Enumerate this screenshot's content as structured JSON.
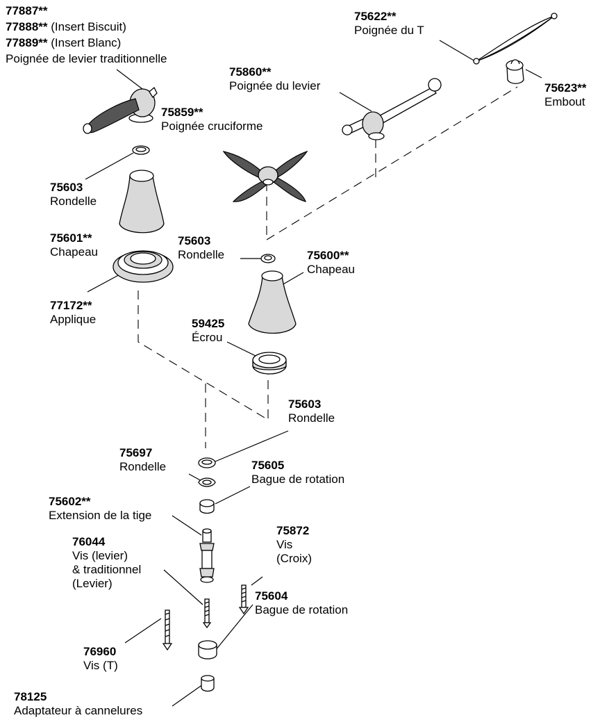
{
  "callouts": {
    "c77887": {
      "pn": "77887**"
    },
    "c77888": {
      "pn": "77888**",
      "desc": "(Insert Biscuit)"
    },
    "c77889": {
      "pn": "77889**",
      "desc": "(Insert Blanc)"
    },
    "c77887_desc": "Poignée de levier traditionnelle",
    "c75622": {
      "pn": "75622**",
      "desc": "Poignée du T"
    },
    "c75860": {
      "pn": "75860**",
      "desc": "Poignée du levier"
    },
    "c75623": {
      "pn": "75623**",
      "desc": "Embout"
    },
    "c75859": {
      "pn": "75859**",
      "desc": "Poignée cruciforme"
    },
    "c75603a": {
      "pn": "75603",
      "desc": "Rondelle"
    },
    "c75601": {
      "pn": "75601**",
      "desc": "Chapeau"
    },
    "c75603b": {
      "pn": "75603",
      "desc": "Rondelle"
    },
    "c75600": {
      "pn": "75600**",
      "desc": "Chapeau"
    },
    "c77172": {
      "pn": "77172**",
      "desc": "Applique"
    },
    "c59425": {
      "pn": "59425",
      "desc": "Écrou"
    },
    "c75603c": {
      "pn": "75603",
      "desc": "Rondelle"
    },
    "c75697": {
      "pn": "75697",
      "desc": "Rondelle"
    },
    "c75605": {
      "pn": "75605",
      "desc": "Bague de rotation"
    },
    "c75602": {
      "pn": "75602**",
      "desc": "Extension de la tige"
    },
    "c76044": {
      "pn": "76044",
      "lines": [
        "Vis (levier)",
        "& traditionnel",
        "(Levier)"
      ]
    },
    "c75872": {
      "pn": "75872",
      "lines": [
        "Vis",
        "(Croix)"
      ]
    },
    "c75604": {
      "pn": "75604",
      "desc": "Bague de rotation"
    },
    "c76960": {
      "pn": "76960",
      "desc": "Vis (T)"
    },
    "c78125": {
      "pn": "78125",
      "desc": "Adaptateur à cannelures"
    }
  }
}
